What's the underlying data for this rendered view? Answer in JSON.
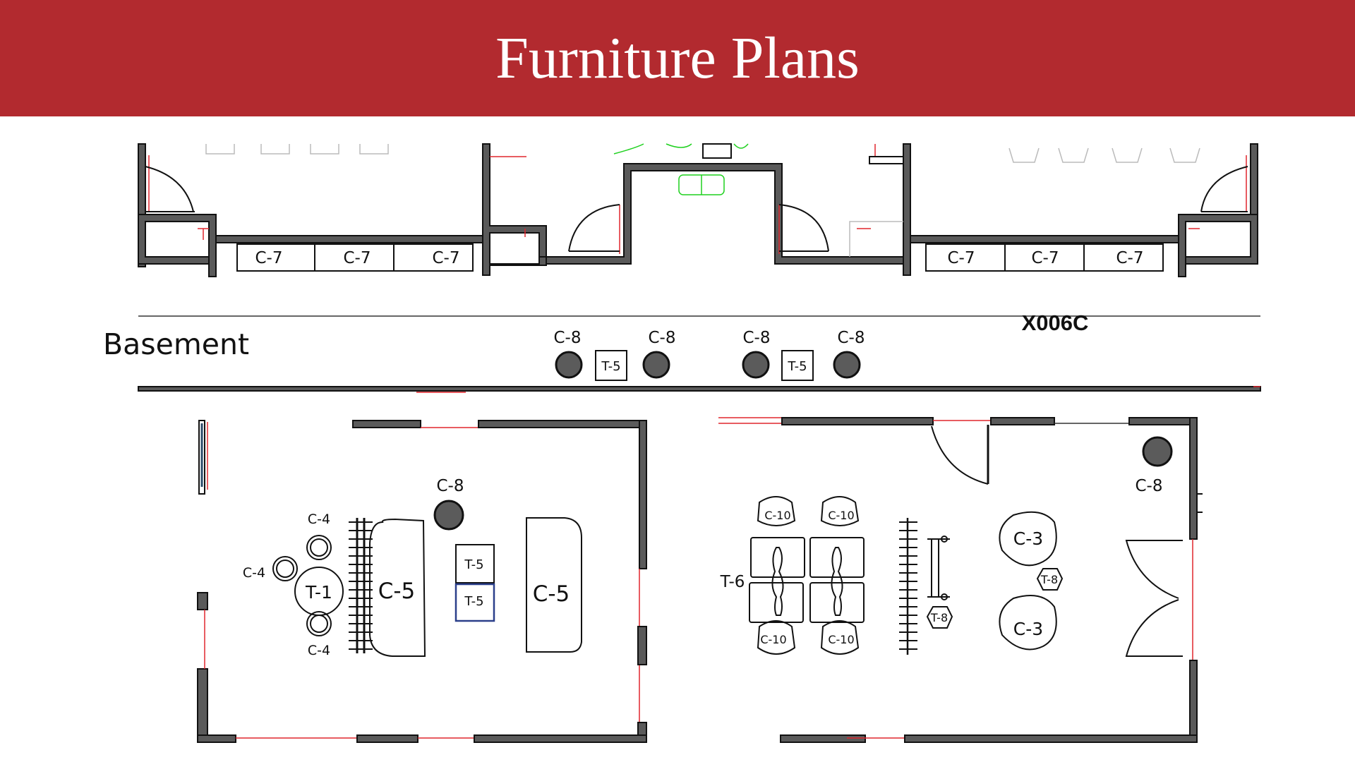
{
  "header": {
    "title": "Furniture Plans"
  },
  "level_label": "Basement",
  "room_label": "X006C",
  "furniture": {
    "upper_c7": [
      "C-7",
      "C-7",
      "C-7",
      "C-7",
      "C-7",
      "C-7"
    ],
    "corridor": {
      "stools": [
        "C-8",
        "C-8",
        "C-8",
        "C-8"
      ],
      "tables": [
        "T-5",
        "T-5"
      ]
    },
    "left_room": {
      "stool": "C-8",
      "chairs_c4": [
        "C-4",
        "C-4",
        "C-4"
      ],
      "round_table": "T-1",
      "sofas": [
        "C-5",
        "C-5"
      ],
      "tables": [
        "T-5",
        "T-5"
      ]
    },
    "right_room": {
      "stool": "C-8",
      "chairs_c10": [
        "C-10",
        "C-10",
        "C-10",
        "C-10"
      ],
      "table_group": "T-6",
      "lounge": [
        "C-3",
        "C-3"
      ],
      "side_tables": [
        "T-8",
        "T-8"
      ]
    }
  },
  "colors": {
    "header": "#b22a2f",
    "wall": "#5a5a5a",
    "door_swing": "#e0262d",
    "fixture": "#1fd11f"
  }
}
